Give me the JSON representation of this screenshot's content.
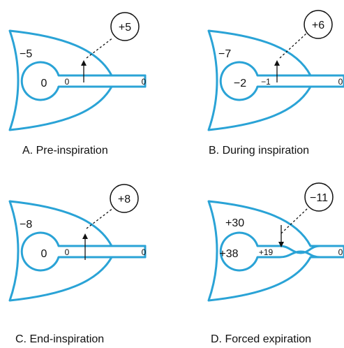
{
  "colors": {
    "airway": "#2aa3d6",
    "ink": "#111111",
    "background": "#ffffff"
  },
  "panels": [
    {
      "id": "A",
      "caption": "A. Pre-inspiration",
      "pleural_pressure": "−5",
      "alveolar_pressure": "0",
      "airway_pressure": "0",
      "mouth_pressure": "0",
      "transmural_pressure": "+5",
      "arrow": "outward"
    },
    {
      "id": "B",
      "caption": "B. During inspiration",
      "pleural_pressure": "−7",
      "alveolar_pressure": "−2",
      "airway_pressure": "−1",
      "mouth_pressure": "0",
      "transmural_pressure": "+6",
      "arrow": "outward"
    },
    {
      "id": "C",
      "caption": "C. End-inspiration",
      "pleural_pressure": "−8",
      "alveolar_pressure": "0",
      "airway_pressure": "0",
      "mouth_pressure": "0",
      "transmural_pressure": "+8",
      "arrow": "outward"
    },
    {
      "id": "D",
      "caption": "D. Forced expiration",
      "pleural_pressure": "+30",
      "alveolar_pressure": "+38",
      "airway_pressure": "+19",
      "mouth_pressure": "0",
      "transmural_pressure": "−11",
      "arrow": "inward"
    }
  ]
}
